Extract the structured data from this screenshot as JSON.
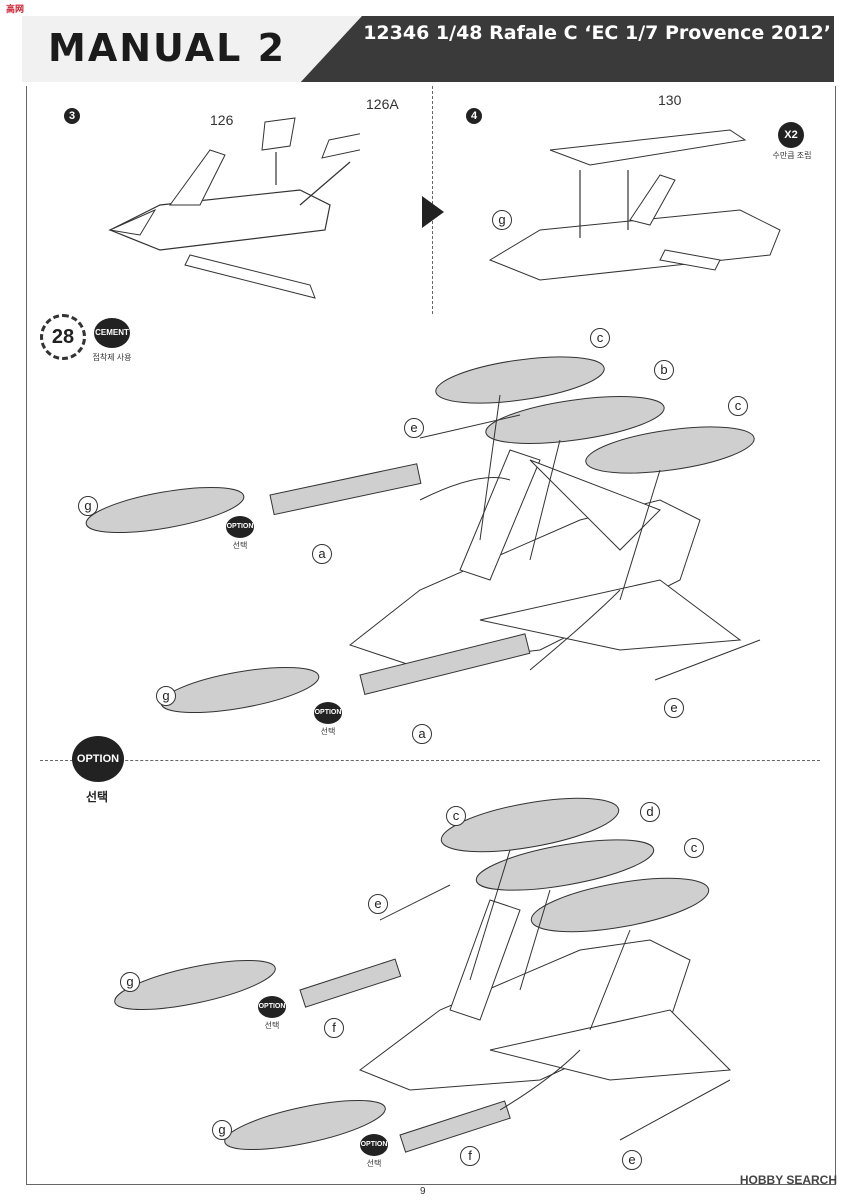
{
  "header": {
    "title": "MANUAL 2",
    "subtitle": "12346 1/48 Rafale C ‘EC 1/7 Provence 2012’",
    "watermark": "高网"
  },
  "step3": {
    "number": "3",
    "part_a": "126",
    "part_b": "126A"
  },
  "step4": {
    "number": "4",
    "part": "130",
    "letter": "g",
    "qty": "X2",
    "qty_note": "수만큼 조립"
  },
  "step28": {
    "number": "28",
    "cement": "CEMENT",
    "cement_note": "접착제 사용",
    "letters": [
      "c",
      "b",
      "e",
      "c",
      "g",
      "a",
      "g",
      "a",
      "e"
    ],
    "option_label": "OPTION",
    "option_note": "선택"
  },
  "option_section": {
    "label": "OPTION",
    "note": "선택",
    "letters": [
      "c",
      "d",
      "c",
      "e",
      "g",
      "f",
      "g",
      "f",
      "e"
    ],
    "option_label": "OPTION",
    "option_note": "선택"
  },
  "footer": {
    "page": "9",
    "source": "HOBBY SEARCH"
  },
  "colors": {
    "band": "#3a3a3a",
    "part_fill": "#cfcfcf",
    "line": "#333333"
  }
}
